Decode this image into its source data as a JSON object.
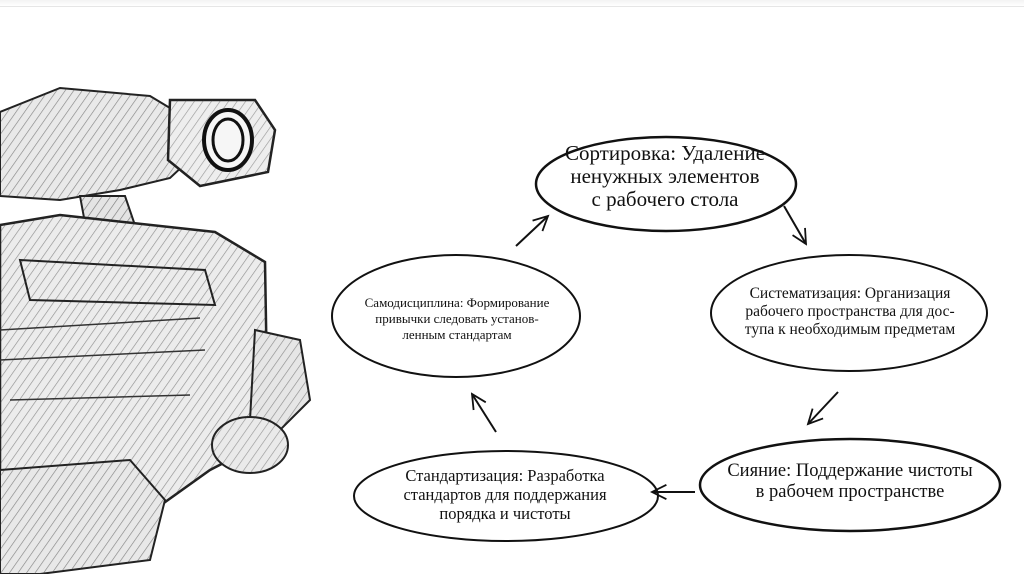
{
  "diagram": {
    "nodes": [
      {
        "id": "sort",
        "text": "Сортировка: Удаление\nненужных элементов\n  с  рабочего стола"
      },
      {
        "id": "sys",
        "text": "Систематизация: Организация\nрабочего пространства для дос-\nтупа к необходимым предметам"
      },
      {
        "id": "shine",
        "text": "Сияние: Поддержание чистоты\nв рабочем пространстве"
      },
      {
        "id": "std",
        "text": "Стандартизация: Разработка\nстандартов для поддержания\nпорядка и чистоты"
      },
      {
        "id": "disc",
        "text": "Самодисциплина: Формирование\nпривычки следовать установ-\nленным стандартам"
      }
    ],
    "edges": [
      {
        "from": "sort",
        "to": "sys"
      },
      {
        "from": "sys",
        "to": "shine"
      },
      {
        "from": "shine",
        "to": "std"
      },
      {
        "from": "std",
        "to": "disc"
      },
      {
        "from": "disc",
        "to": "sort"
      }
    ],
    "colors": {
      "stroke": "#111111",
      "background": "#ffffff",
      "sketch": "#2a2a2a"
    }
  },
  "illustration": {
    "icon": "robot-sketch-icon"
  }
}
